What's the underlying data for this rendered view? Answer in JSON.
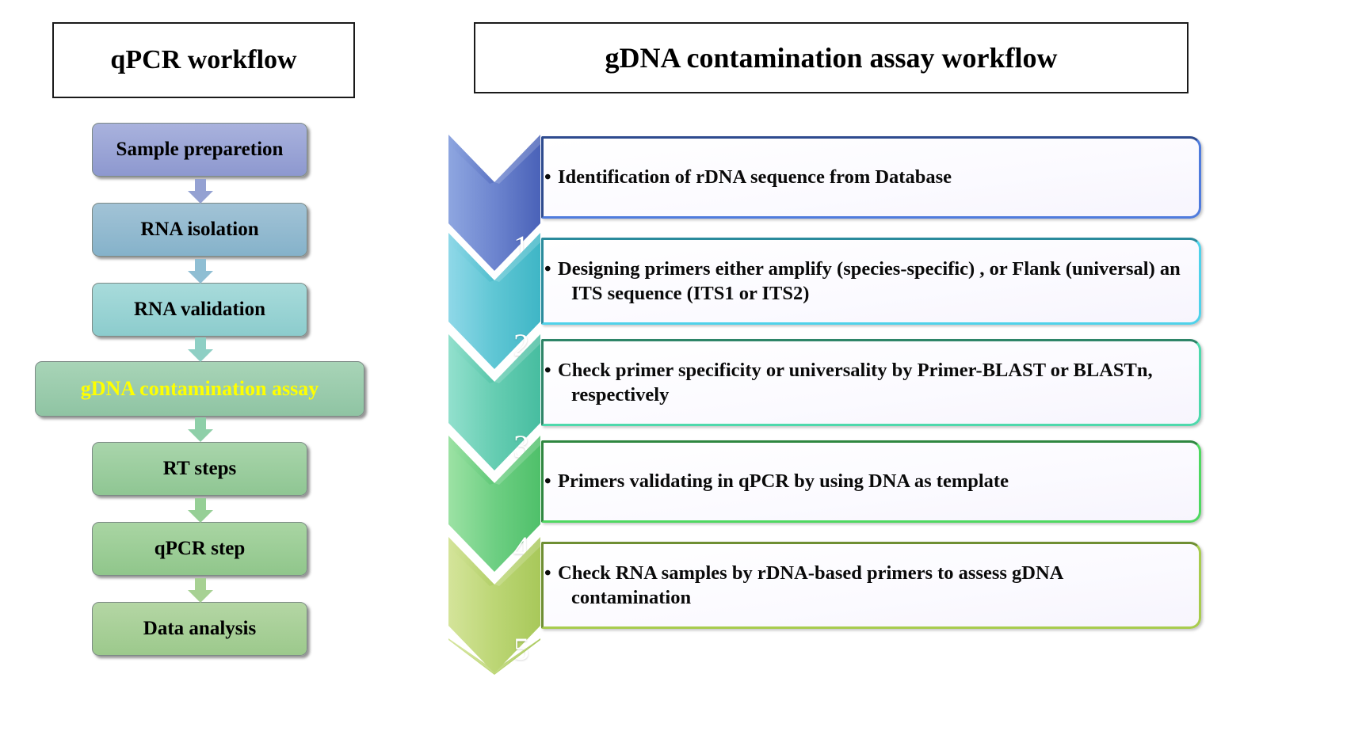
{
  "left_panel": {
    "title": "qPCR workflow",
    "steps": [
      {
        "label": "Sample preparetion",
        "color_top": "#a9b2dd",
        "color_bottom": "#8d98cf",
        "text_color": "#000000",
        "wide": false
      },
      {
        "label": "RNA isolation",
        "color_top": "#a2c3d6",
        "color_bottom": "#85b2ca",
        "text_color": "#000000",
        "wide": false
      },
      {
        "label": "RNA validation",
        "color_top": "#a8dbdb",
        "color_bottom": "#8ccccd",
        "text_color": "#000000",
        "wide": false
      },
      {
        "label": "gDNA contamination assay",
        "color_top": "#a8d4b7",
        "color_bottom": "#8fc4a3",
        "text_color": "#ffff00",
        "wide": true
      },
      {
        "label": "RT steps",
        "color_top": "#a9d5ab",
        "color_bottom": "#8fc693",
        "text_color": "#000000",
        "wide": false
      },
      {
        "label": "qPCR step",
        "color_top": "#a9d5a3",
        "color_bottom": "#90c68b",
        "text_color": "#000000",
        "wide": false
      },
      {
        "label": "Data analysis",
        "color_top": "#b4d6a4",
        "color_bottom": "#9cc98c",
        "text_color": "#000000",
        "wide": false
      }
    ],
    "arrow_colors": [
      "#94a1d2",
      "#8fbed3",
      "#8ecfc4",
      "#8ecfa8",
      "#96cf96",
      "#a7d193"
    ]
  },
  "right_panel": {
    "title": "gDNA contamination assay workflow",
    "steps": [
      {
        "number": "1",
        "text": "Identification of rDNA sequence from Database",
        "chevron_light": "#8ea6e0",
        "chevron_dark": "#4a62b8",
        "chevron_mid": "#6d85cf",
        "border_dark": "#2e4b8f",
        "border_light": "#4f7bdd"
      },
      {
        "number": "2",
        "text": "Designing primers either amplify (species-specific) , or Flank (universal) an ITS sequence (ITS1 or ITS2)",
        "chevron_light": "#8fd8e8",
        "chevron_dark": "#3fb6c6",
        "chevron_mid": "#5fc6d4",
        "border_dark": "#2a8b9c",
        "border_light": "#4fd2ea"
      },
      {
        "number": "3",
        "text": "Check primer specificity or universality by Primer-BLAST or BLASTn, respectively",
        "chevron_light": "#92e0cd",
        "chevron_dark": "#47bda0",
        "chevron_mid": "#66cdb2",
        "border_dark": "#2e8568",
        "border_light": "#4ed9ac"
      },
      {
        "number": "4",
        "text": "Primers validating in qPCR by using DNA as template",
        "chevron_light": "#9ce2a4",
        "chevron_dark": "#4fc06a",
        "chevron_mid": "#6ecf83",
        "border_dark": "#2f8740",
        "border_light": "#4ed860"
      },
      {
        "number": "5",
        "text": "Check RNA samples by rDNA-based primers to assess gDNA contamination",
        "chevron_light": "#d4e49a",
        "chevron_dark": "#a8c85a",
        "chevron_mid": "#bcd675",
        "border_dark": "#6f8f33",
        "border_light": "#a8cc4e"
      }
    ]
  }
}
